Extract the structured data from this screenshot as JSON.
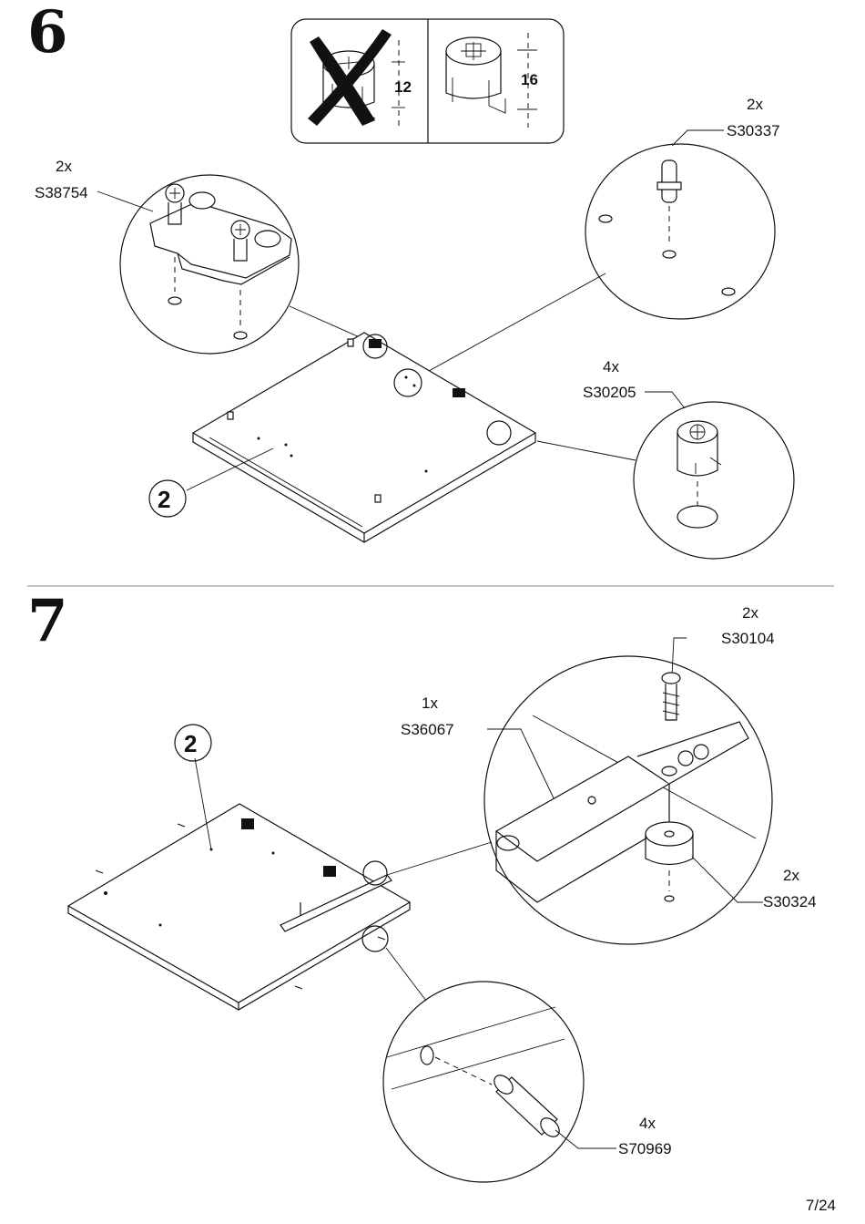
{
  "page": {
    "number": "7/24"
  },
  "step6": {
    "number": "6",
    "panel": {
      "dim_wrong": "12",
      "dim_right": "16"
    },
    "callouts": [
      {
        "qty": "2x",
        "code": "S38754"
      },
      {
        "qty": "2x",
        "code": "S30337"
      },
      {
        "qty": "4x",
        "code": "S30205"
      }
    ],
    "panel_ref": "2"
  },
  "step7": {
    "number": "7",
    "callouts": [
      {
        "qty": "2x",
        "code": "S30104"
      },
      {
        "qty": "1x",
        "code": "S36067"
      },
      {
        "qty": "2x",
        "code": "S30324"
      },
      {
        "qty": "4x",
        "code": "S70969"
      }
    ],
    "panel_ref": "2"
  }
}
